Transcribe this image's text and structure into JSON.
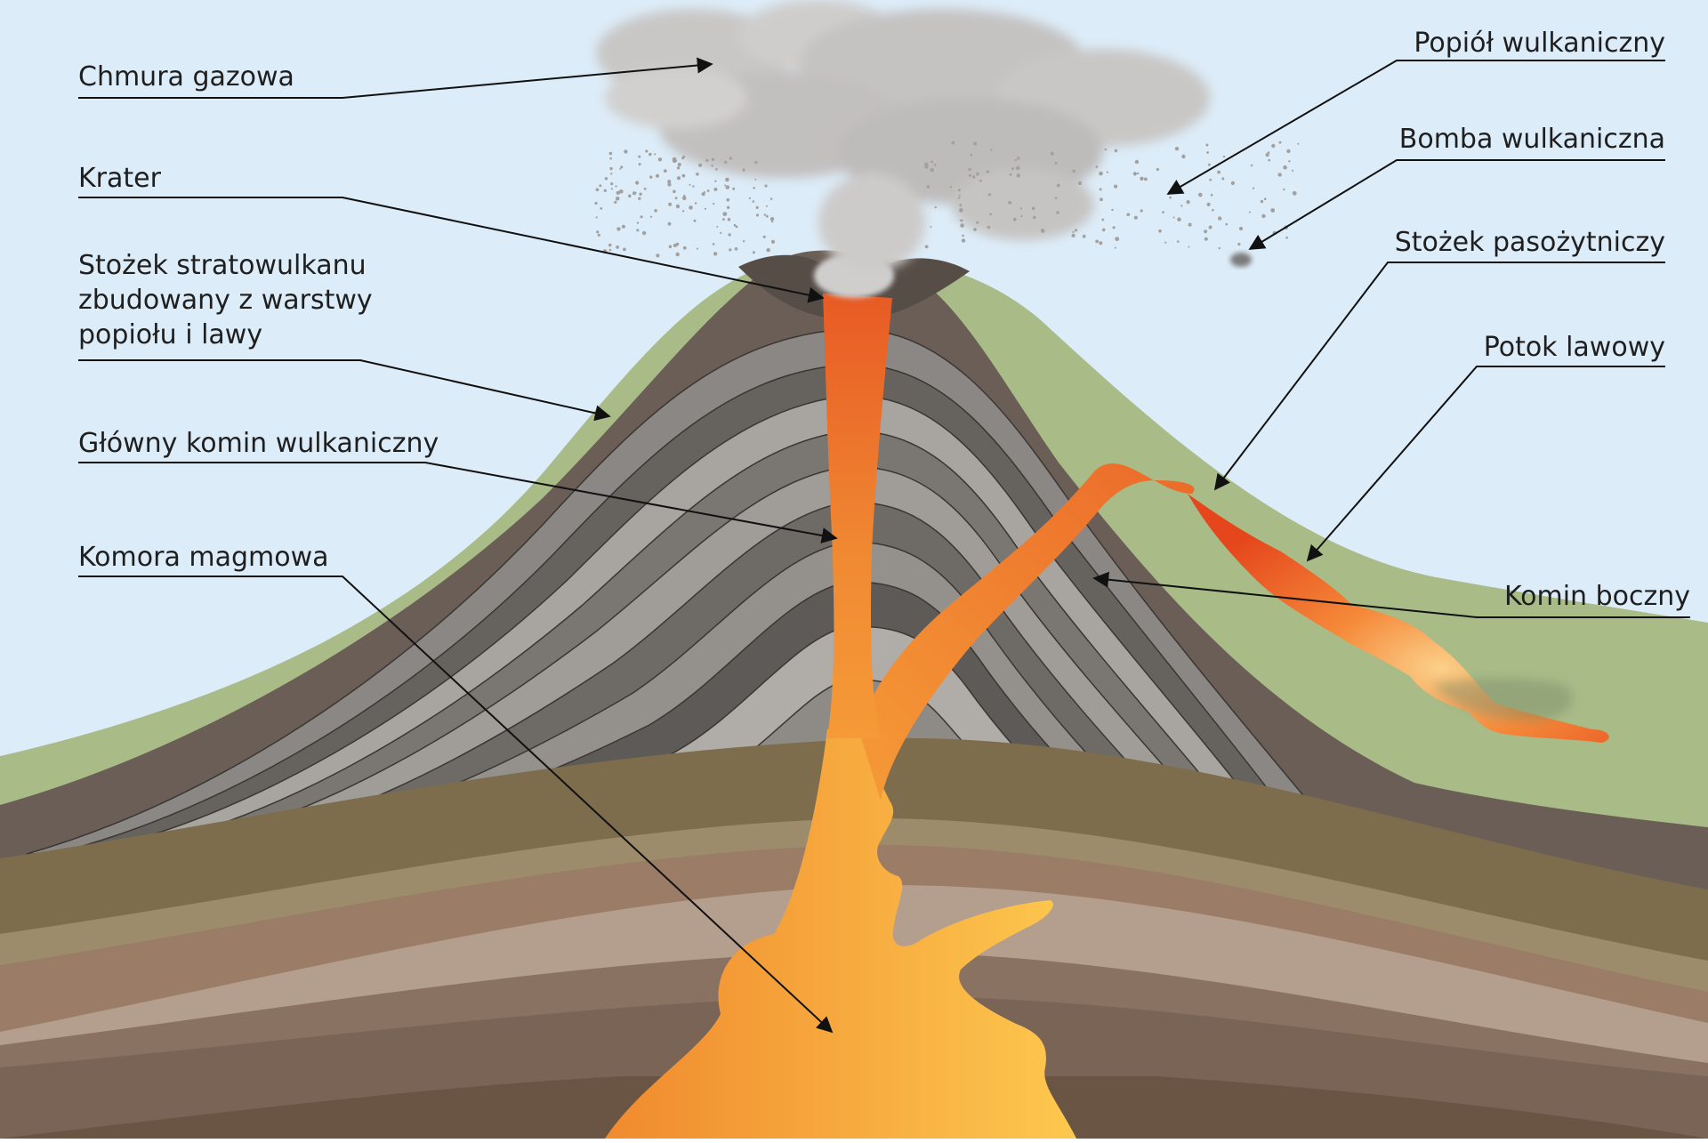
{
  "labels": {
    "gas_cloud": "Chmura gazowa",
    "crater": "Krater",
    "cone_line1": "Stożek stratowulkanu",
    "cone_line2": "zbudowany z warstwy",
    "cone_line3": "popiołu i lawy",
    "main_vent": "Główny komin wulkaniczny",
    "magma_chamber": "Komora magmowa",
    "ash": "Popiół wulkaniczny",
    "bomb": "Bomba wulkaniczna",
    "parasitic_cone": "Stożek pasożytniczy",
    "lava_flow": "Potok lawowy",
    "side_vent": "Komin boczny"
  },
  "colors": {
    "sky": "#dcecf8",
    "hill_green": "#a9bc88",
    "rock_dark": "#6a5e56",
    "layer_light": "#a8a4a0",
    "layer_mid": "#8a8784",
    "layer_dark": "#66625e",
    "magma_orange": "#f59a37",
    "magma_yellow": "#fcc64b",
    "vent_red": "#e95a25",
    "lava_red": "#ec4a1f",
    "smoke": "#c9c7c6"
  }
}
